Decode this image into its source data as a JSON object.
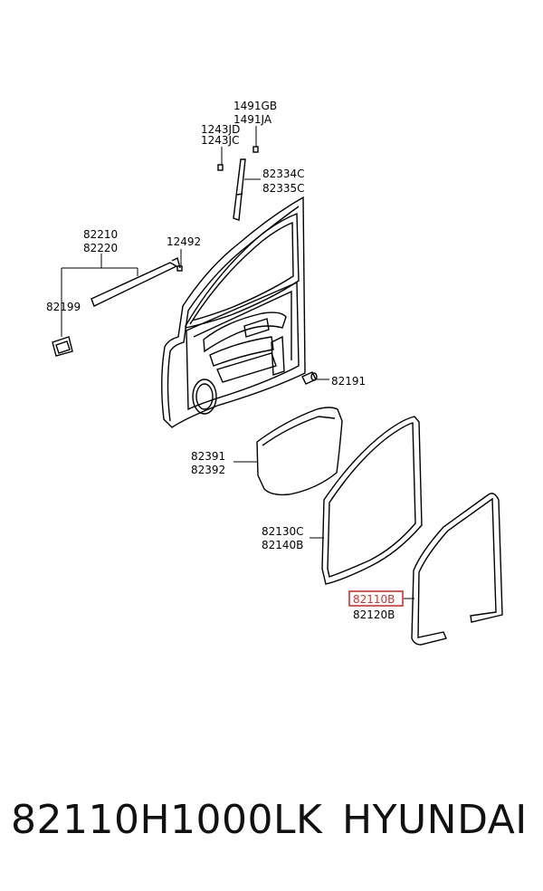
{
  "labels": {
    "l1491gb": "1491GB",
    "l1491ja": "1491JA",
    "l1243jd": "1243JD",
    "l1243jc": "1243JC",
    "l82334c": "82334C",
    "l82335c": "82335C",
    "l82210": "82210",
    "l82220": "82220",
    "l12492": "12492",
    "l82199": "82199",
    "l82191": "82191",
    "l82391": "82391",
    "l82392": "82392",
    "l82130c": "82130C",
    "l82140b": "82140B",
    "l82110b": "82110B",
    "l82120b": "82120B"
  },
  "highlight": {
    "label": "82110B",
    "color": "#d4302f"
  },
  "footer": {
    "part_number": "82110H1000LK",
    "brand": "HYUNDAI"
  }
}
